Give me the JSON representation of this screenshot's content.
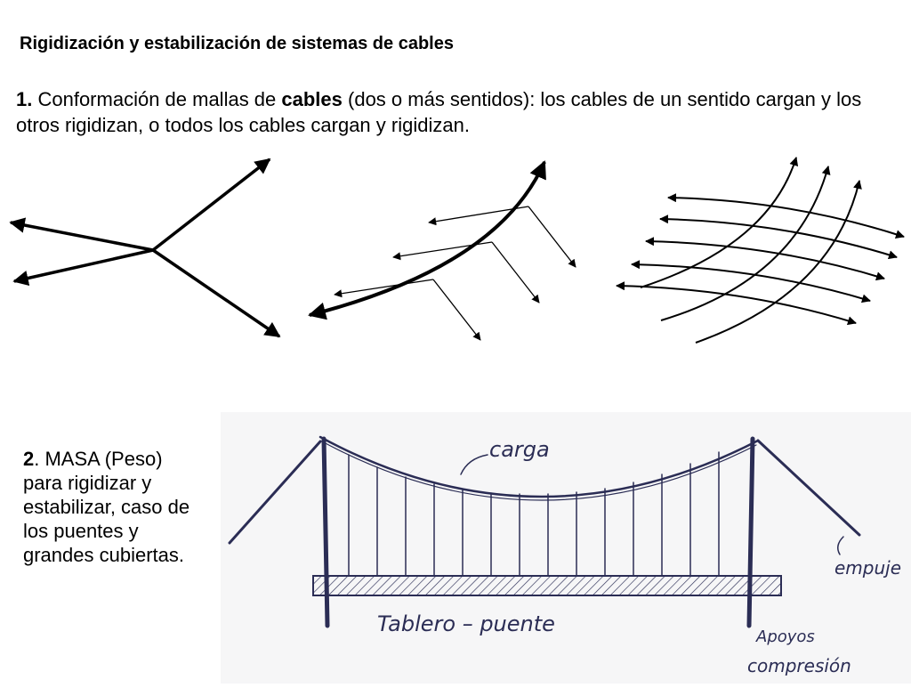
{
  "title": "Rigidización y estabilización de sistemas de cables",
  "section1": {
    "number": "1.",
    "text_a": " Conformación de mallas de ",
    "bold_word": "cables",
    "text_b": " (dos o más sentidos): los cables de un sentido cargan y los otros rigidizan, o todos los cables cargan y rigidizan."
  },
  "section2": {
    "number": "2",
    "text": ". MASA (Peso) para rigidizar y estabilizar, caso de los puentes y grandes cubiertas."
  },
  "sketch_labels": {
    "carga": "carga",
    "empuje": "empuje",
    "tablero": "Tablero – puente",
    "apoyos": "Apoyos",
    "compresion": "compresión"
  },
  "colors": {
    "ink": "#000000",
    "pencil": "#2b2d55",
    "paper": "#f6f6f7"
  }
}
